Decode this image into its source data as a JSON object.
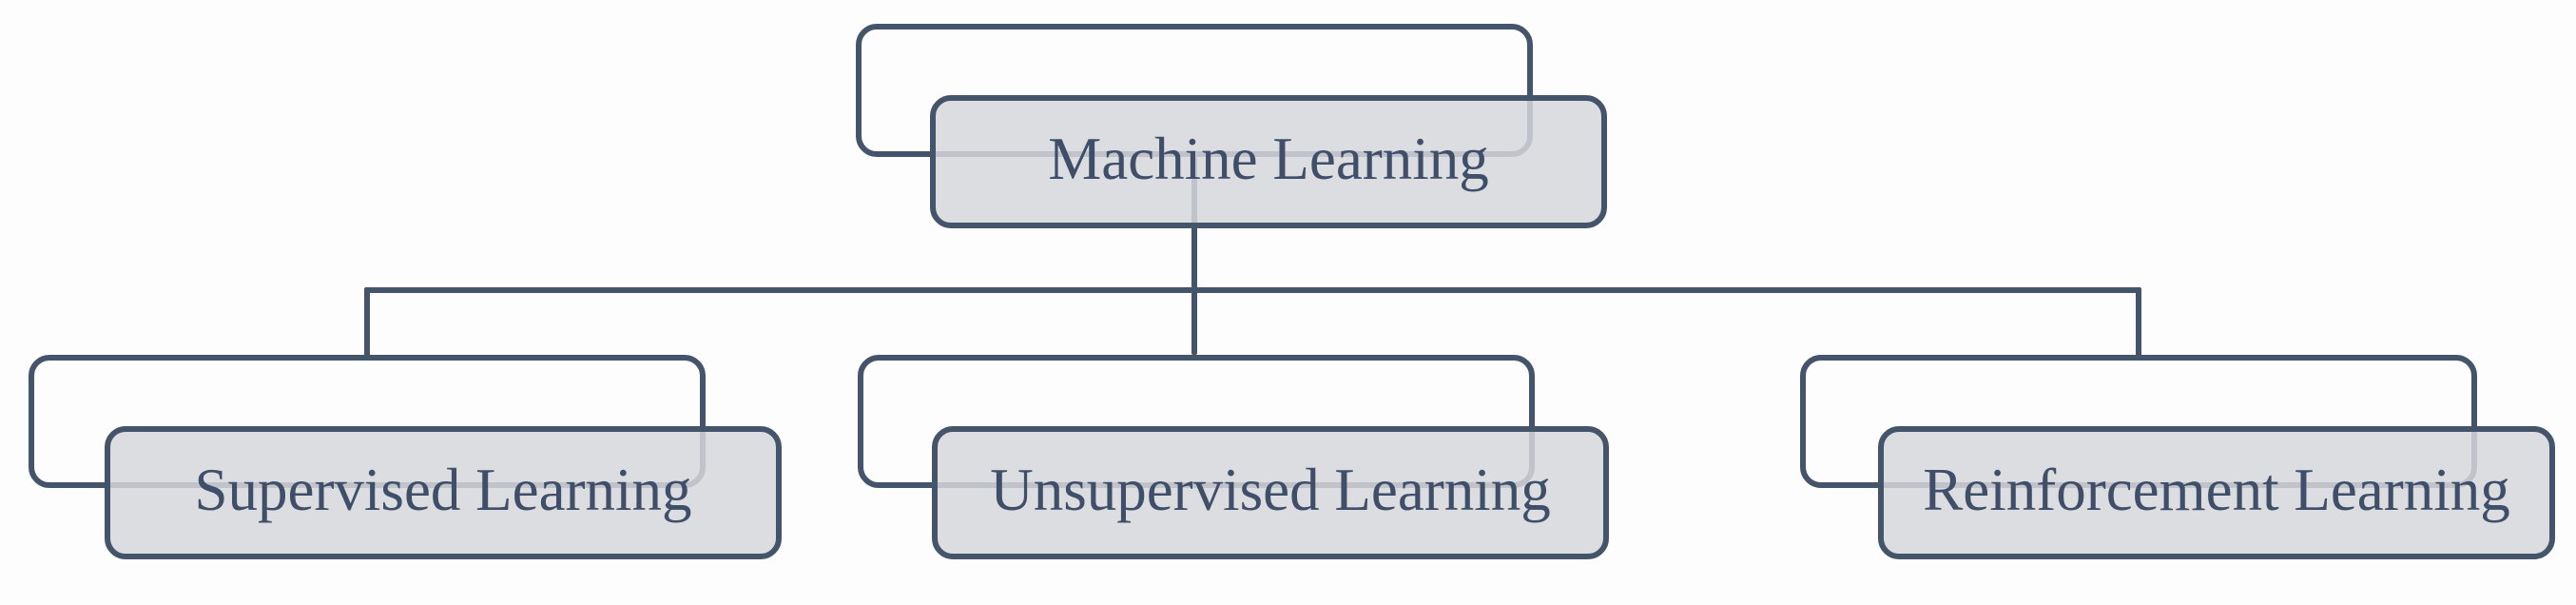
{
  "diagram": {
    "type": "hierarchy",
    "nodes": [
      {
        "id": "machine-learning",
        "label": "Machine Learning",
        "parent": null
      },
      {
        "id": "supervised-learning",
        "label": "Supervised Learning",
        "parent": "machine-learning"
      },
      {
        "id": "unsupervised-learning",
        "label": "Unsupervised Learning",
        "parent": "machine-learning"
      },
      {
        "id": "reinforcement-learning",
        "label": "Reinforcement Learning",
        "parent": "machine-learning"
      }
    ],
    "edges": [
      {
        "from": "machine-learning",
        "to": "supervised-learning"
      },
      {
        "from": "machine-learning",
        "to": "unsupervised-learning"
      },
      {
        "from": "machine-learning",
        "to": "reinforcement-learning"
      }
    ],
    "colors": {
      "border": "#44546A",
      "connector": "#44546A",
      "node_fill": "#D7D7DA",
      "text": "#404F69",
      "background": "#FDFDFD"
    }
  }
}
